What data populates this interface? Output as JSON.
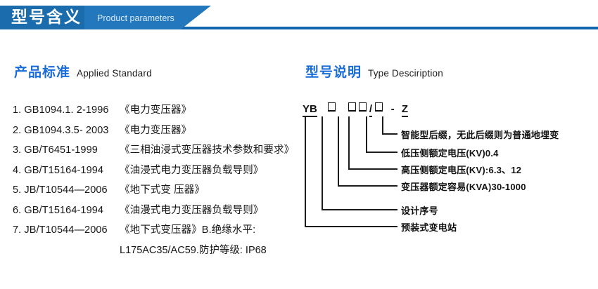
{
  "banner": {
    "title": "型号含义",
    "subtitle": "Product parameters",
    "dark_color": "#1a6cad",
    "mid_color": "#2378bd",
    "rule_color": "#1166b0"
  },
  "sections": {
    "left": {
      "heading_cn": "产品标准",
      "heading_en": "Applied Standard",
      "heading_color": "#1a6cd8",
      "standards": [
        {
          "code": "1. GB1094.1. 2-1996",
          "name": "《电力变压器》"
        },
        {
          "code": "2. GB1094.3.5- 2003",
          "name": "《电力变压器》"
        },
        {
          "code": "3. GB/T6451-1999",
          "name": "《三相油浸式变压器技术参数和要求》"
        },
        {
          "code": "4. GB/T15164-1994",
          "name": "《油浸式电力变压器负载导则》"
        },
        {
          "code": "5. JB/T10544—2006",
          "name": "《地下式变 压器》"
        },
        {
          "code": "6. GB/T15164-1994",
          "name": "《油漫式电力变压器负载导则》"
        },
        {
          "code": "7. JB/T10544—2006",
          "name": "《地下式变压器》B.绝缘水平:"
        }
      ],
      "continuation": "L175AC35/AC59.防护等级: IP68"
    },
    "right": {
      "heading_cn": "型号说明",
      "heading_en": "Type Desciription",
      "heading_color": "#1a6cd8",
      "type_code": {
        "prefix": "YB",
        "separator": "/",
        "dash": "-",
        "suffix": "Z",
        "placeholder": "□"
      },
      "callouts": [
        "智能型后缀，无此后缀则为普通地埋变",
        "低压侧额定电压(KV)0.4",
        "高压侧额定电压(KV):6.3、12",
        "变压器额定容易(KVA)30-1000",
        "设计序号",
        "预装式变电站"
      ]
    }
  }
}
